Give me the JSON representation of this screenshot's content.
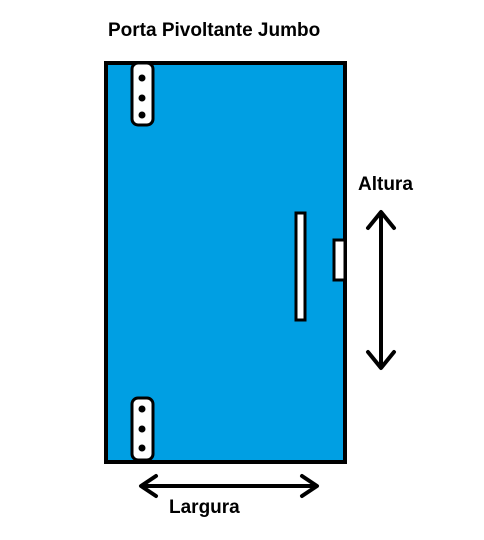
{
  "title": "Porta Pivoltante Jumbo",
  "labels": {
    "height": "Altura",
    "width": "Largura"
  },
  "colors": {
    "door_fill": "#009fe3",
    "outline": "#000000",
    "hardware_fill": "#ffffff",
    "background": "#ffffff"
  },
  "icons": {
    "top_pivot": "pivot-hinge-icon",
    "bottom_pivot": "pivot-hinge-icon",
    "handle": "door-handle-icon",
    "lock": "door-lock-icon",
    "height_arrow": "double-arrow-vertical-icon",
    "width_arrow": "double-arrow-horizontal-icon"
  }
}
